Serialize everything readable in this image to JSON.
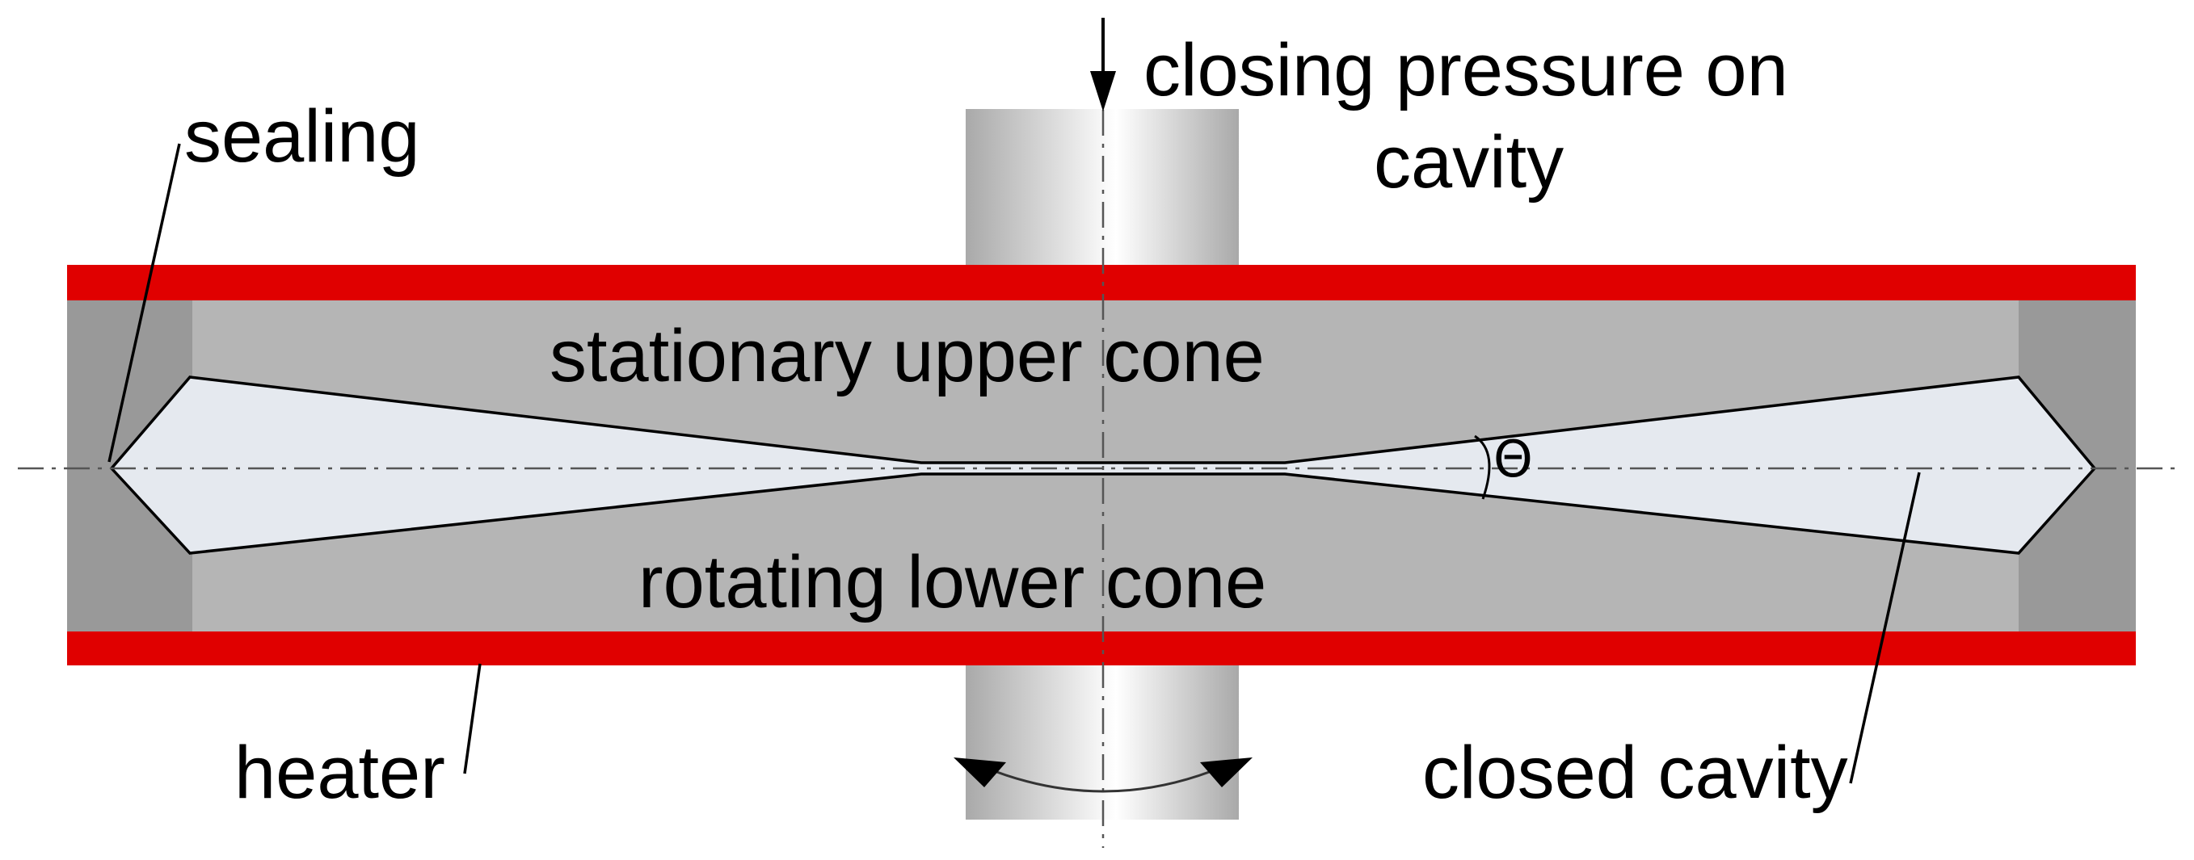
{
  "labels": {
    "sealing": "sealing",
    "closing_pressure_line1": "closing pressure on",
    "closing_pressure_line2": "cavity",
    "upper_cone": "stationary upper cone",
    "lower_cone": "rotating lower cone",
    "theta": "Θ",
    "heater": "heater",
    "closed_cavity": "closed cavity"
  },
  "colors": {
    "heater": "#e00000",
    "cone_body": "#b5b5b5",
    "cone_end": "#999999",
    "cavity": "#e5e9ef",
    "outline": "#000000"
  }
}
